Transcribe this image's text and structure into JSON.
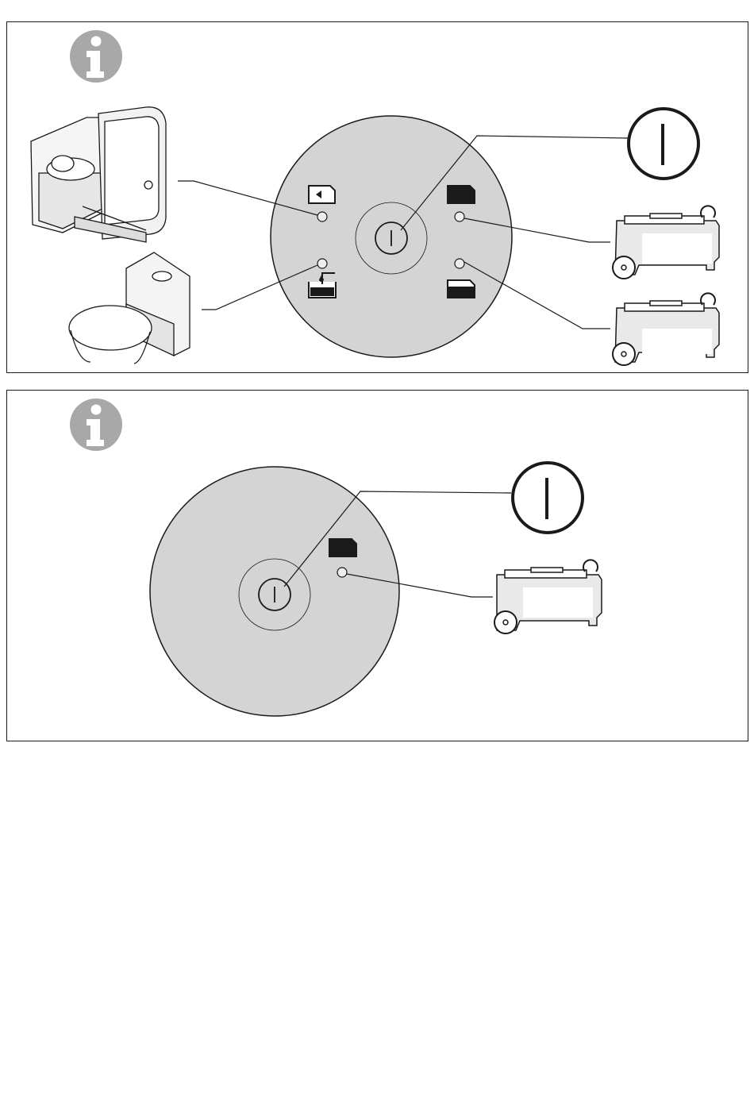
{
  "page": {
    "background": "#ffffff"
  },
  "colors": {
    "disc": "#d4d4d4",
    "line": "#1a1a1a",
    "info_badge": "#a8a8a8",
    "white": "#ffffff"
  },
  "panels": [
    {
      "id": "panel-1",
      "info_icon": "info-icon",
      "power_symbol": "power-on-symbol",
      "indicators": [
        {
          "icon": "tank-removed-icon"
        },
        {
          "icon": "flush-water-icon"
        },
        {
          "icon": "tank-full-icon"
        },
        {
          "icon": "tank-almost-full-icon"
        }
      ],
      "illustrations": [
        "toilet-open-hatch",
        "toilet-bowl-flush-tank",
        "waste-tank-full",
        "waste-tank-almost-full"
      ]
    },
    {
      "id": "panel-2",
      "info_icon": "info-icon",
      "power_symbol": "power-on-symbol",
      "indicators": [
        {
          "icon": "tank-full-icon"
        }
      ],
      "illustrations": [
        "waste-tank-full"
      ]
    }
  ]
}
